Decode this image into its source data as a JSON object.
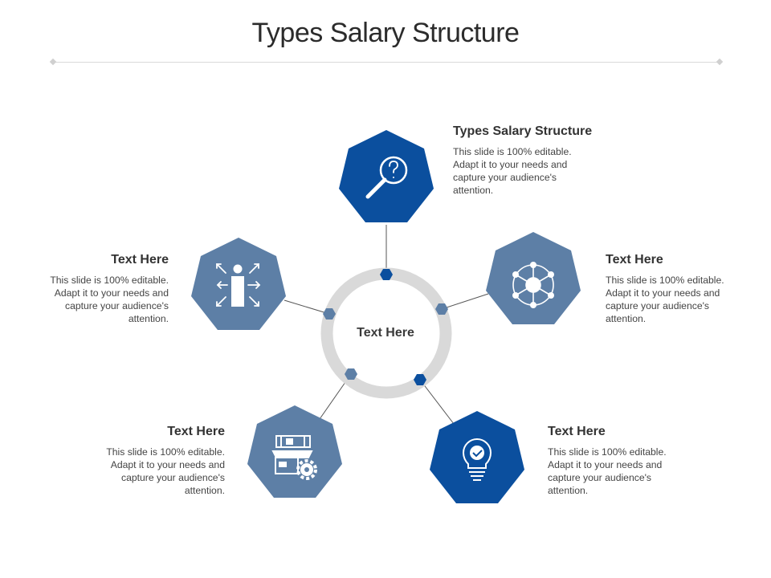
{
  "slide": {
    "title": "Types Salary Structure",
    "center_label": "Text Here"
  },
  "colors": {
    "dark_blue": "#0b4f9e",
    "slate_blue": "#5d7fa6",
    "ring": "#d9d9d9",
    "connector": "#555555"
  },
  "items": [
    {
      "heading": "Types Salary Structure",
      "text": "This slide is 100% editable. Adapt it to your needs and capture your audience's attention.",
      "icon": "magnifier-question-icon",
      "color": "#0b4f9e"
    },
    {
      "heading": "Text Here",
      "text": "This slide is 100% editable. Adapt it to your needs and capture your audience's attention.",
      "icon": "network-nodes-icon",
      "color": "#5d7fa6"
    },
    {
      "heading": "Text Here",
      "text": "This slide is 100% editable. Adapt it to your needs and capture your audience's attention.",
      "icon": "lightbulb-check-icon",
      "color": "#0b4f9e"
    },
    {
      "heading": "Text Here",
      "text": "This slide is 100% editable. Adapt it to your needs and capture your audience's attention.",
      "icon": "shop-gear-icon",
      "color": "#5d7fa6"
    },
    {
      "heading": "Text Here",
      "text": "This slide is 100% editable. Adapt it to your needs and capture your audience's attention.",
      "icon": "person-arrows-icon",
      "color": "#5d7fa6"
    }
  ]
}
